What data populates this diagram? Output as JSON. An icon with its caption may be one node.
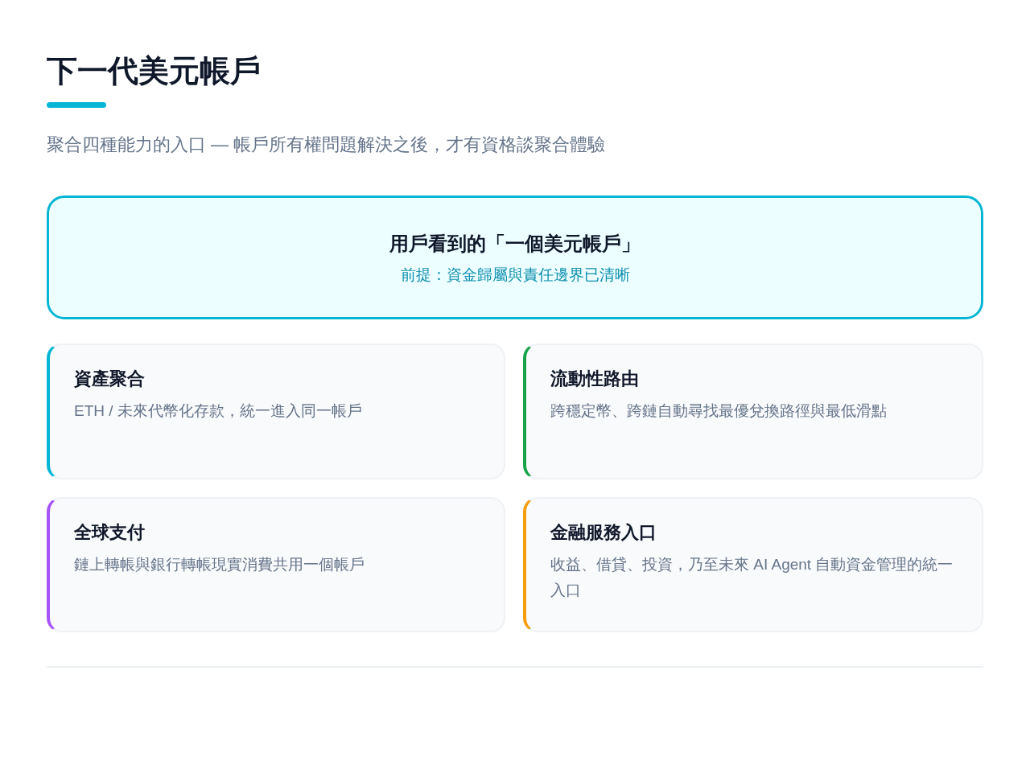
{
  "diagram": {
    "title": "下一代美元帳戶",
    "nodes": [
      {
        "text": [
          "用戶看到的「一個美元帳戶」",
          "前提：資金歸屬與責任邊界已清晰"
        ]
      },
      {
        "text": [
          "資產聚合",
          "ETH / 未來代幣化存款，統一進入同一帳戶"
        ]
      },
      {
        "text": [
          "流動性路由",
          "跨穩定幣、跨鏈自動尋找最優兌換路徑與最低滑點"
        ]
      },
      {
        "text": [
          "全球支付",
          "鏈上轉帳與銀行轉帳現實消費共用一個帳戶"
        ]
      },
      {
        "text": [
          "金融服務入口",
          "收益、借貸、投資，乃至未來 AI Agent 自動資金管理的統一入口"
        ]
      }
    ],
    "labels": [
      "聚合四種能力的入口 — 帳戶所有權問題解決之後，才有資格談聚合體驗"
    ]
  }
}
